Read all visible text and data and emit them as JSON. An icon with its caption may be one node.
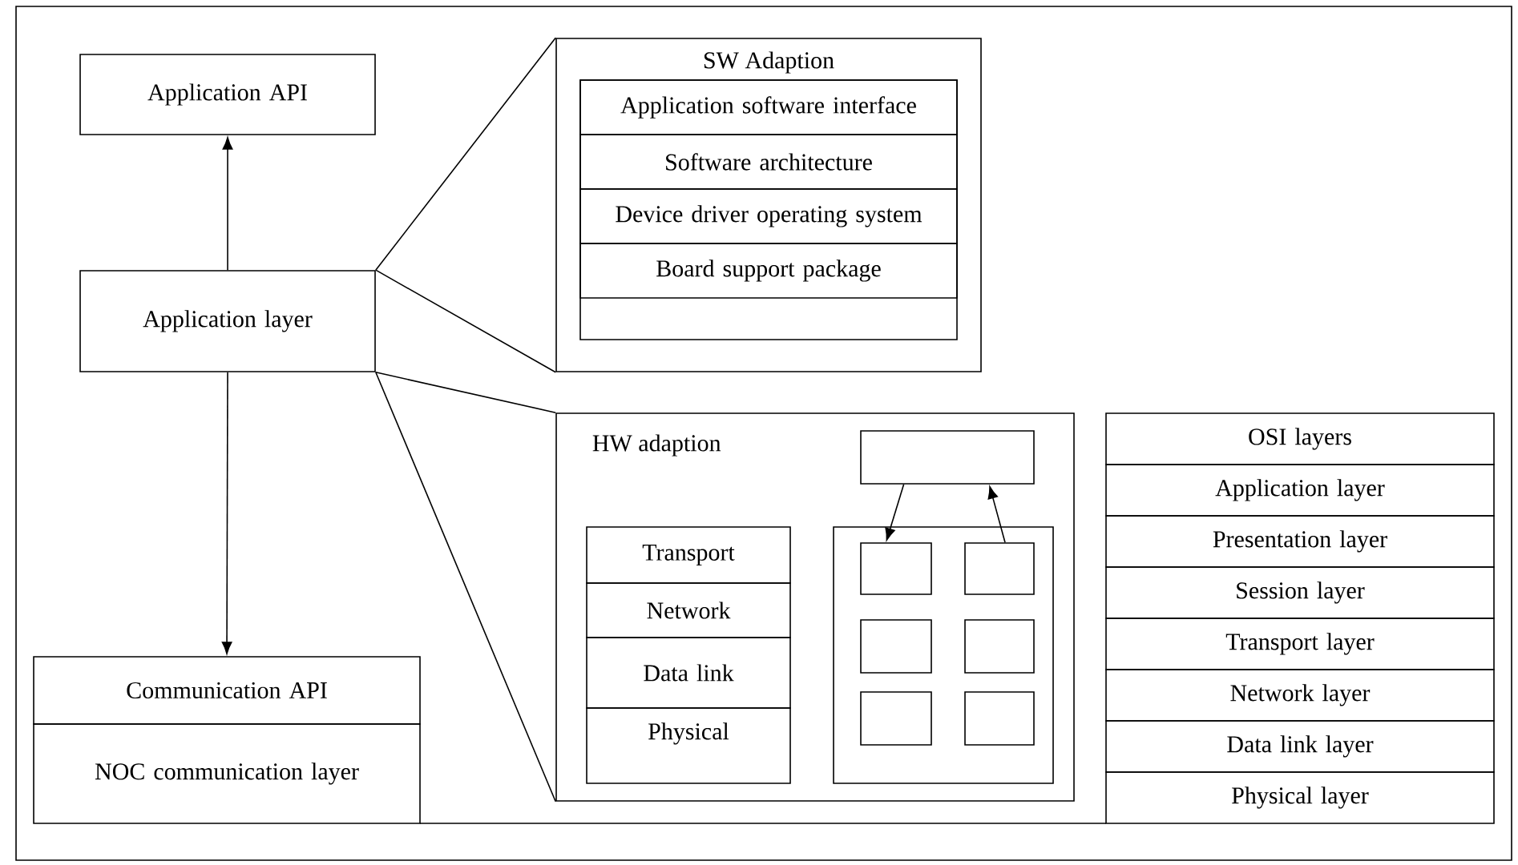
{
  "diagram": {
    "nodes": [
      {
        "text": [
          "Application API"
        ]
      },
      {
        "text": [
          "Application layer"
        ]
      },
      {
        "text": [
          "Communication API"
        ]
      },
      {
        "text": [
          "NOC communication layer"
        ]
      },
      {
        "text": [
          "SW Adaption"
        ]
      },
      {
        "text": [
          "Application software interface"
        ],
        "in": 4
      },
      {
        "text": [
          "Software architecture"
        ],
        "in": 4
      },
      {
        "text": [
          "Device driver operating system"
        ],
        "in": 4
      },
      {
        "text": [
          "Board support package"
        ],
        "in": 4
      },
      {
        "text": [
          "HW adaption"
        ]
      },
      {
        "text": [
          "Transport"
        ],
        "in": 9
      },
      {
        "text": [
          "Network"
        ],
        "in": 9
      },
      {
        "text": [
          "Data link"
        ],
        "in": 9
      },
      {
        "text": [
          "Physical"
        ],
        "in": 9
      },
      {
        "text": [],
        "shape": "box",
        "in": 9
      },
      {
        "text": [],
        "shape": "box",
        "in": 9
      },
      {
        "text": [],
        "shape": "box",
        "in": 15
      },
      {
        "text": [],
        "shape": "box",
        "in": 15
      },
      {
        "text": [],
        "shape": "box",
        "in": 15
      },
      {
        "text": [],
        "shape": "box",
        "in": 15
      },
      {
        "text": [],
        "shape": "box",
        "in": 15
      },
      {
        "text": [],
        "shape": "box",
        "in": 15
      },
      {
        "text": [
          "OSI layers"
        ]
      },
      {
        "text": [
          "Application layer"
        ]
      },
      {
        "text": [
          "Presentation layer"
        ]
      },
      {
        "text": [
          "Session layer"
        ]
      },
      {
        "text": [
          "Transport layer"
        ]
      },
      {
        "text": [
          "Network layer"
        ]
      },
      {
        "text": [
          "Data link layer"
        ]
      },
      {
        "text": [
          "Physical layer"
        ]
      }
    ],
    "edges": [
      {
        "from": 1,
        "to": 0,
        "arrow": "to"
      },
      {
        "from": 1,
        "to": 2,
        "arrow": "to"
      },
      {
        "from": 1,
        "to": 4,
        "arrow": "none"
      },
      {
        "from": 1,
        "to": 4,
        "arrow": "none"
      },
      {
        "from": 1,
        "to": 9,
        "arrow": "none"
      },
      {
        "from": 1,
        "to": 9,
        "arrow": "none"
      },
      {
        "from": 14,
        "to": 16,
        "arrow": "to"
      },
      {
        "from": 17,
        "to": 14,
        "arrow": "to"
      }
    ]
  }
}
